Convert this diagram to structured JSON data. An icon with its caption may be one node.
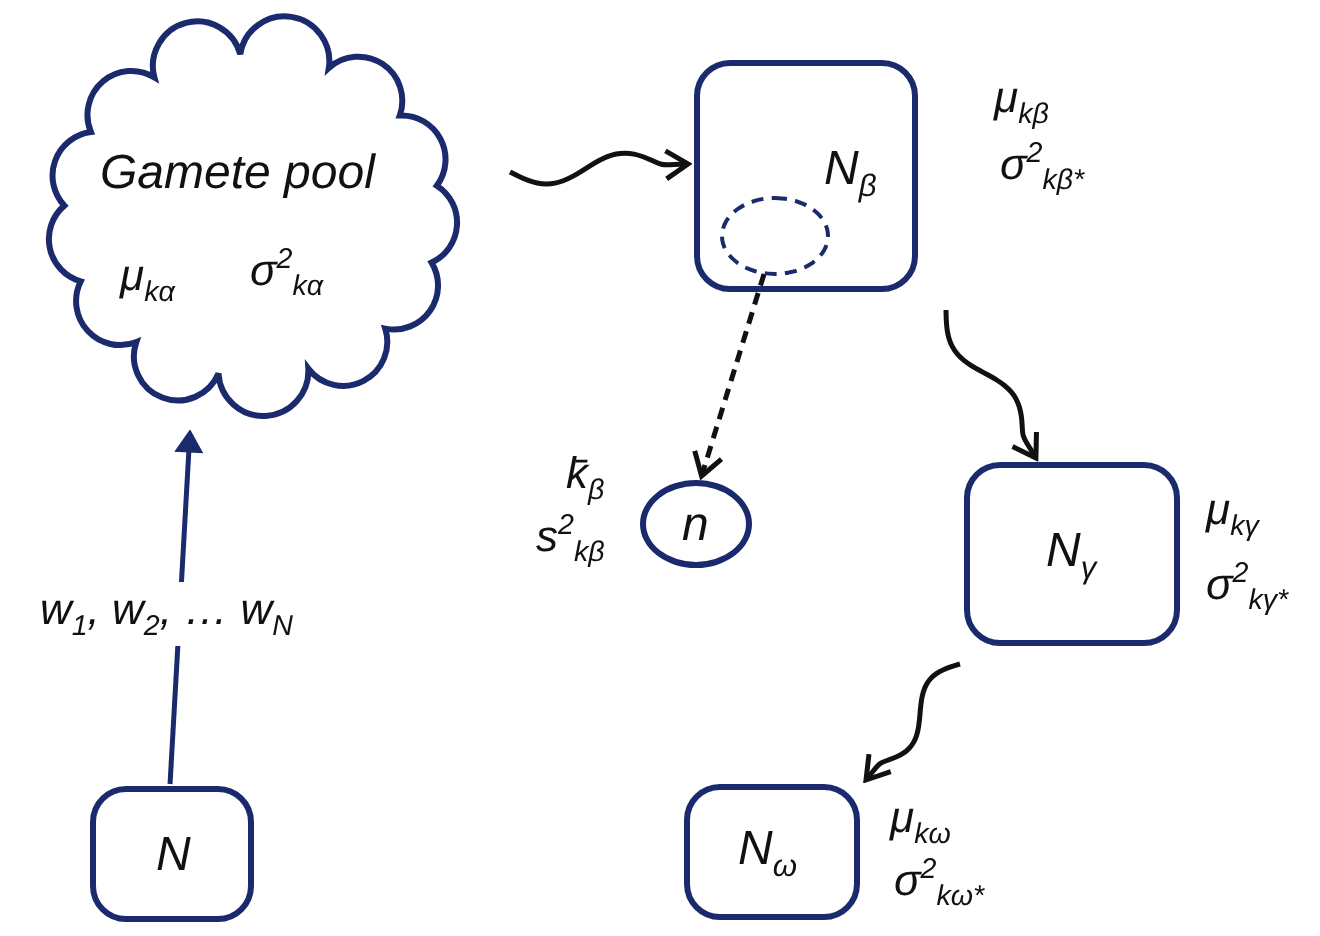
{
  "diagram": {
    "nodes": [
      {
        "text": [
          "Gamete pool",
          "μ$_{kα}$",
          "σ$^{2}$$_{kα}$"
        ]
      },
      {
        "text": [
          "N$_{β}$"
        ],
        "beside": [
          "μ$_{kβ}$",
          "σ$^{2}$$_{kβ*}$"
        ]
      },
      {
        "text": [],
        "shape": "circle",
        "in": 1
      },
      {
        "text": [
          "n"
        ],
        "beside": [
          "k̄$_{β}$",
          "s$^{2}$$_{kβ}$"
        ]
      },
      {
        "text": [
          "N$_{γ}$"
        ],
        "beside": [
          "μ$_{kγ}$",
          "σ$^{2}$$_{kγ*}$"
        ]
      },
      {
        "text": [
          "N"
        ]
      },
      {
        "text": [
          "N$_{ω}$"
        ],
        "beside": [
          "μ$_{kω}$",
          "σ$^{2}$$_{kω*}$"
        ]
      }
    ],
    "edges": [
      {
        "from": 0,
        "to": 1,
        "arrow": "to"
      },
      {
        "from": 1,
        "to": 4,
        "arrow": "to"
      },
      {
        "from": 4,
        "to": 6,
        "arrow": "to"
      },
      {
        "from": 5,
        "to": 0,
        "arrow": "to",
        "label": "w$_{1}$, w$_{2}$, … w$_{N}$",
        "color": "#1a2a6c"
      },
      {
        "from": 2,
        "to": 3,
        "arrow": "to",
        "style": "dashed"
      }
    ]
  }
}
